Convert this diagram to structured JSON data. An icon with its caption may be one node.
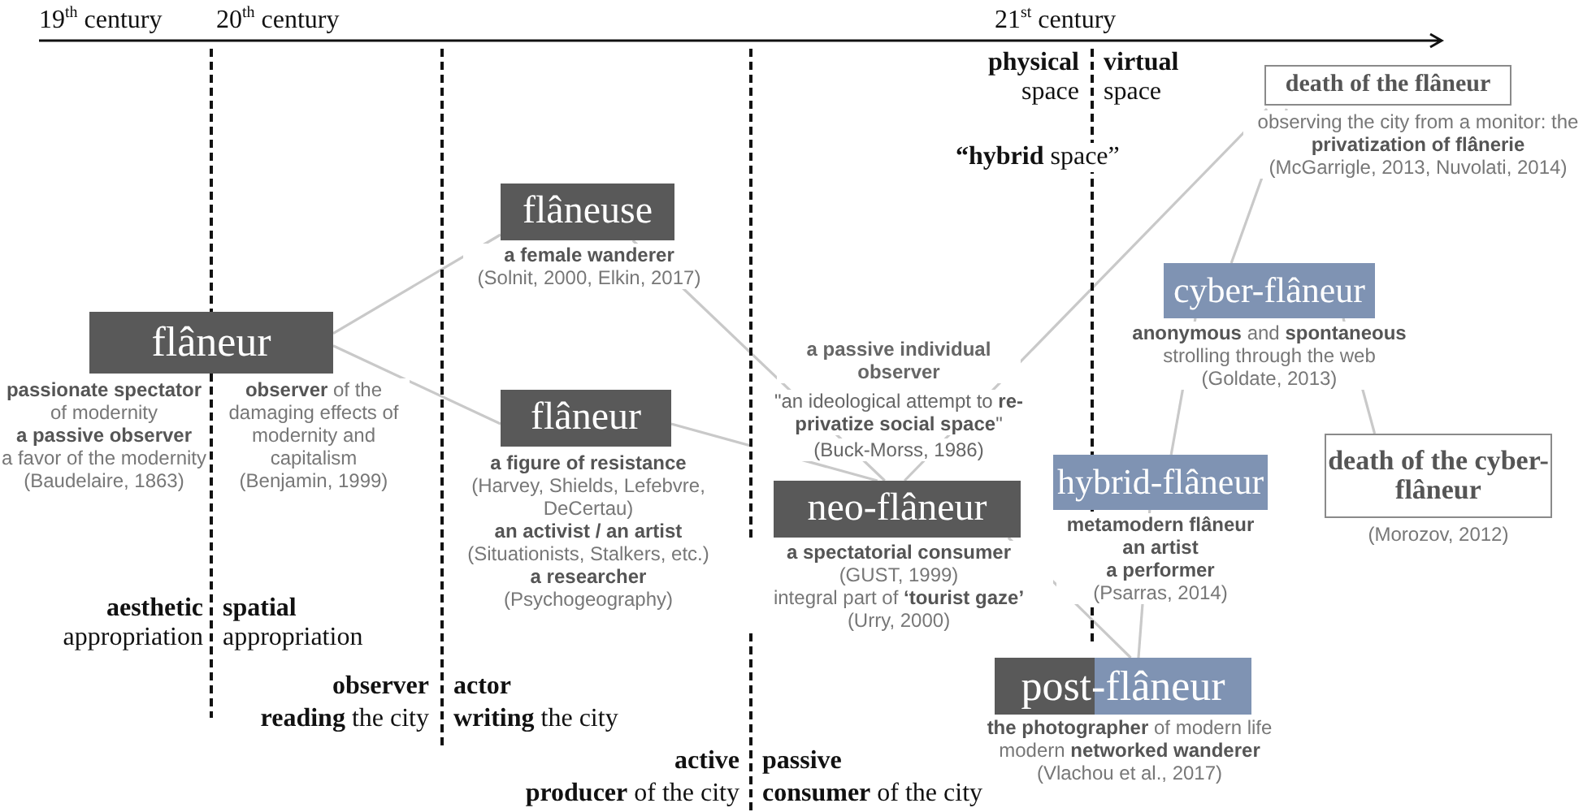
{
  "diagram": {
    "nodes": [
      {
        "text": [
          "flâneur"
        ],
        "beside": [
          "**passionate spectator** of modernity",
          "a passive observer",
          "a favor of the modernity",
          "(Baudelaire, 1863)",
          "**observer** of the damaging effects of modernity and capitalism",
          "(Benjamin, 1999)"
        ]
      },
      {
        "text": [
          "flâneuse"
        ],
        "beside": [
          "a female wanderer",
          "(Solnit, 2000, Elkin, 2017)"
        ]
      },
      {
        "text": [
          "flâneur"
        ],
        "beside": [
          "a figure of resistance",
          "(Harvey, Shields, Lefebvre, DeCertau)",
          "an activist / an artist",
          "(Situationists, Stalkers, etc.)",
          "a researcher",
          "(Psychogeography)"
        ]
      },
      {
        "text": [
          "neo-flâneur"
        ],
        "beside": [
          "a spectatorial consumer",
          "(GUST, 1999)",
          "integral part of **‘tourist gaze’**",
          "(Urry, 2000)"
        ]
      },
      {
        "text": [
          "death of the flâneur"
        ],
        "beside": [
          "observing the city from a monitor: the **privatization of flânerie**",
          "(McGarrigle, 2013, Nuvolati, 2014)"
        ]
      },
      {
        "text": [
          "cyber-flâneur"
        ],
        "beside": [
          "**anonymous** and **spontaneous** strolling through the web",
          "(Goldate, 2013)"
        ]
      },
      {
        "text": [
          "hybrid-flâneur"
        ],
        "beside": [
          "metamodern flâneur",
          "an artist",
          "a performer",
          "(Psarras, 2014)"
        ]
      },
      {
        "text": [
          "post-flâneur"
        ],
        "beside": [
          "**the photographer** of modern life",
          "modern **networked wanderer**",
          "(Vlachou et al., 2017)"
        ]
      },
      {
        "text": [
          "death of the cyber-flâneur"
        ],
        "beside": [
          "(Morozov, 2012)"
        ]
      }
    ],
    "edges": [
      {
        "from": 0,
        "to": 1,
        "arrow": "none"
      },
      {
        "from": 0,
        "to": 2,
        "arrow": "none"
      },
      {
        "from": 1,
        "to": 3,
        "arrow": "none"
      },
      {
        "from": 2,
        "to": 3,
        "arrow": "none"
      },
      {
        "from": 3,
        "to": 4,
        "arrow": "none"
      },
      {
        "from": 3,
        "to": 7,
        "arrow": "none"
      },
      {
        "from": 7,
        "to": 6,
        "arrow": "none"
      },
      {
        "from": 6,
        "to": 5,
        "arrow": "none"
      },
      {
        "from": 5,
        "to": 4,
        "arrow": "none"
      },
      {
        "from": 5,
        "to": 8,
        "arrow": "none"
      }
    ],
    "labels": [
      "19$^{th}$ century",
      "20$^{th}$ century",
      "21$^{st}$ century",
      "**physical** space",
      "**virtual** space",
      "**“hybrid** space”",
      "a passive individual observer",
      "\"an ideological attempt to **re-privatize social space**\"",
      "(Buck-Morss, 1986)",
      "**aesthetic** appropriation",
      "**spatial** appropriation",
      "observer",
      "**reading** the city",
      "actor",
      "**writing** the city",
      "active",
      "**producer** of the city",
      "passive",
      "**consumer** of the city"
    ]
  }
}
